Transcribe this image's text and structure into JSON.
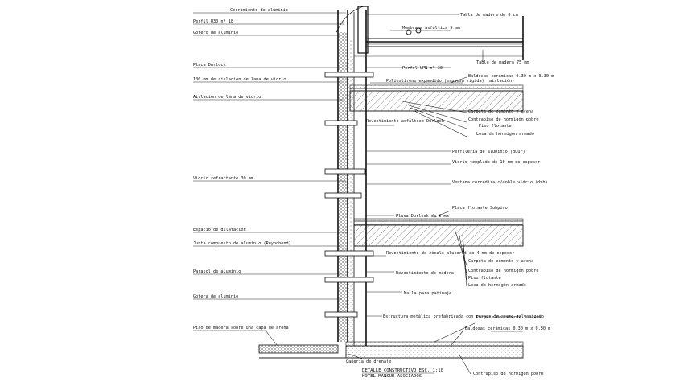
{
  "drawing": {
    "labels_left": [
      "Cerramiento de aluminio",
      "Perfil U30 nº 18",
      "Gotero de aluminio",
      "Placa Durlock",
      "100 mm de aislación de lana de vidrio",
      "Aislación de lana de vidrio",
      "Vidrio refractante 30 mm",
      "Espacio de dilatación",
      "Junta compuesto de aluminio (Reynobond)",
      "Parasol de aluminio",
      "Gotera de aluminio",
      "Piso de madera sobre una capa de arena"
    ],
    "labels_right": [
      "Tabla de madera de 6 cm",
      "Membrana asfáltica 5 mm",
      "Tabla de madera 75 mm",
      "Perfil UPN nº 30",
      "Poliestireno expandido (espuesa rígida) (aislación)",
      "Baldosas cerámicas 0.30 m x 0.30 m",
      "Carpeta de cemento y arena",
      "Contrapiso de hormigón pobre",
      "Piso flotante",
      "Losa de hormigón armado",
      "Revestimiento asfáltico Durlock",
      "Perfilería de aluminio (duur)",
      "Vidrio templado de 10 mm de espesor",
      "Ventana corrediza c/doble vidrio (dvh)",
      "Placa flotante Subpiso",
      "Placa Durlock de 8 mm",
      "Revestimiento de zócalo alucerit de 4 mm de espesor",
      "Carpeta de cemento y arena",
      "Contrapiso de hormigón pobre",
      "Piso flotante",
      "Losa de hormigón armado",
      "Revestimiento de madera",
      "Malla para patinaje",
      "Estructura metálica prefabricada con pernos de acero galvanizado",
      "Carpeta de cemento y arena",
      "Baldosas cerámicas 0.30 m x 0.30 m",
      "Contrapiso de hormigón pobre",
      "Cañería de drenaje"
    ],
    "title_lines": [
      "DETALLE CONSTRUCTIVO ESC. 1:10",
      "HOTEL MANSUR ASOCIADOS"
    ]
  }
}
